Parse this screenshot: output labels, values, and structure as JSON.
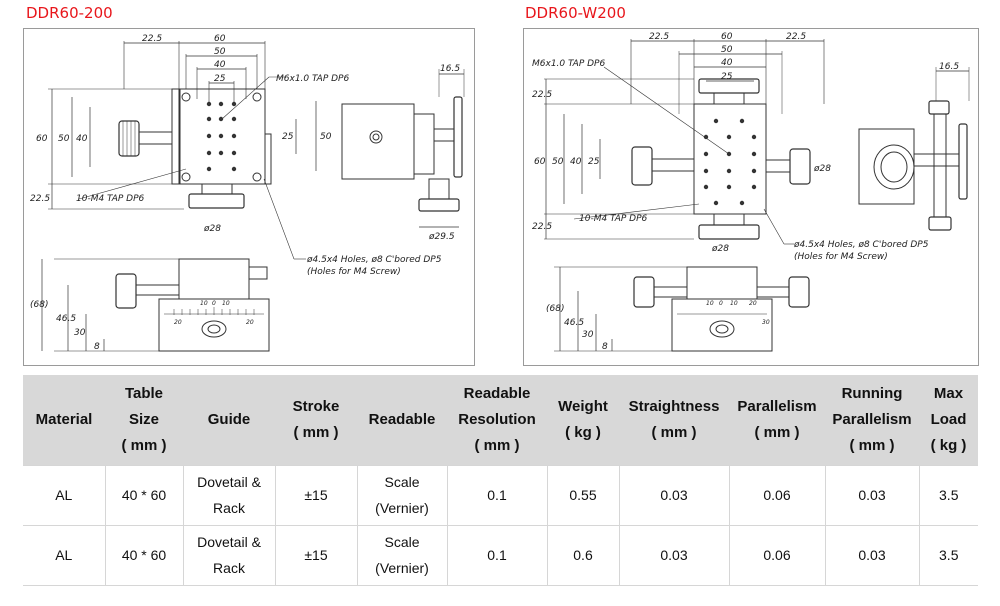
{
  "models": [
    {
      "name": "DDR60-200"
    },
    {
      "name": "DDR60-W200"
    }
  ],
  "drawing1": {
    "dims_top": [
      "22.5",
      "60",
      "50",
      "40",
      "25"
    ],
    "dims_left": [
      "60",
      "50",
      "40",
      "22.5"
    ],
    "dims_right_inner": [
      "25",
      "50"
    ],
    "side_dims": [
      "16.5"
    ],
    "notes": [
      "M6x1.0 TAP DP6",
      "10-M4 TAP DP6",
      "ø4.5x4 Holes, ø8 C'bored DP5",
      "(Holes for M4 Screw)"
    ],
    "knob_dims": [
      "ø28",
      "ø29.5"
    ],
    "front_dims": [
      "(68)",
      "46.5",
      "30",
      "8"
    ],
    "scale_marks": [
      "10",
      "0",
      "10",
      "20",
      "20"
    ]
  },
  "drawing2": {
    "dims_top": [
      "22.5",
      "60",
      "22.5",
      "50",
      "40",
      "25"
    ],
    "dims_left": [
      "22.5",
      "60",
      "50",
      "40",
      "25",
      "22.5"
    ],
    "side_dims": [
      "16.5"
    ],
    "notes": [
      "M6x1.0 TAP DP6",
      "10-M4 TAP DP6",
      "ø4.5x4 Holes, ø8 C'bored DP5",
      "(Holes for M4 Screw)"
    ],
    "knob_dims": [
      "ø28",
      "ø28"
    ],
    "front_dims": [
      "(68)",
      "46.5",
      "30",
      "8"
    ],
    "scale_marks": [
      "10",
      "0",
      "10",
      "20",
      "30"
    ]
  },
  "table": {
    "headers": [
      [
        "Material"
      ],
      [
        "Table",
        "Size",
        "( mm )"
      ],
      [
        "Guide"
      ],
      [
        "Stroke",
        "( mm )"
      ],
      [
        "Readable"
      ],
      [
        "Readable",
        "Resolution",
        "( mm )"
      ],
      [
        "Weight",
        "( kg )"
      ],
      [
        "Straightness",
        "( mm )"
      ],
      [
        "Parallelism",
        "( mm )"
      ],
      [
        "Running",
        "Parallelism",
        "( mm )"
      ],
      [
        "Max",
        "Load",
        "( kg )"
      ]
    ],
    "rows": [
      [
        [
          "AL"
        ],
        [
          "40 * 60"
        ],
        [
          "Dovetail &",
          "Rack"
        ],
        [
          "±15"
        ],
        [
          "Scale",
          "(Vernier)"
        ],
        [
          "0.1"
        ],
        [
          "0.55"
        ],
        [
          "0.03"
        ],
        [
          "0.06"
        ],
        [
          "0.03"
        ],
        [
          "3.5"
        ]
      ],
      [
        [
          "AL"
        ],
        [
          "40 * 60"
        ],
        [
          "Dovetail &",
          "Rack"
        ],
        [
          "±15"
        ],
        [
          "Scale",
          "(Vernier)"
        ],
        [
          "0.1"
        ],
        [
          "0.6"
        ],
        [
          "0.03"
        ],
        [
          "0.06"
        ],
        [
          "0.03"
        ],
        [
          "3.5"
        ]
      ]
    ]
  },
  "colors": {
    "title_red": "#e8161b",
    "header_bg": "#d8d8d8",
    "line": "#333333"
  }
}
